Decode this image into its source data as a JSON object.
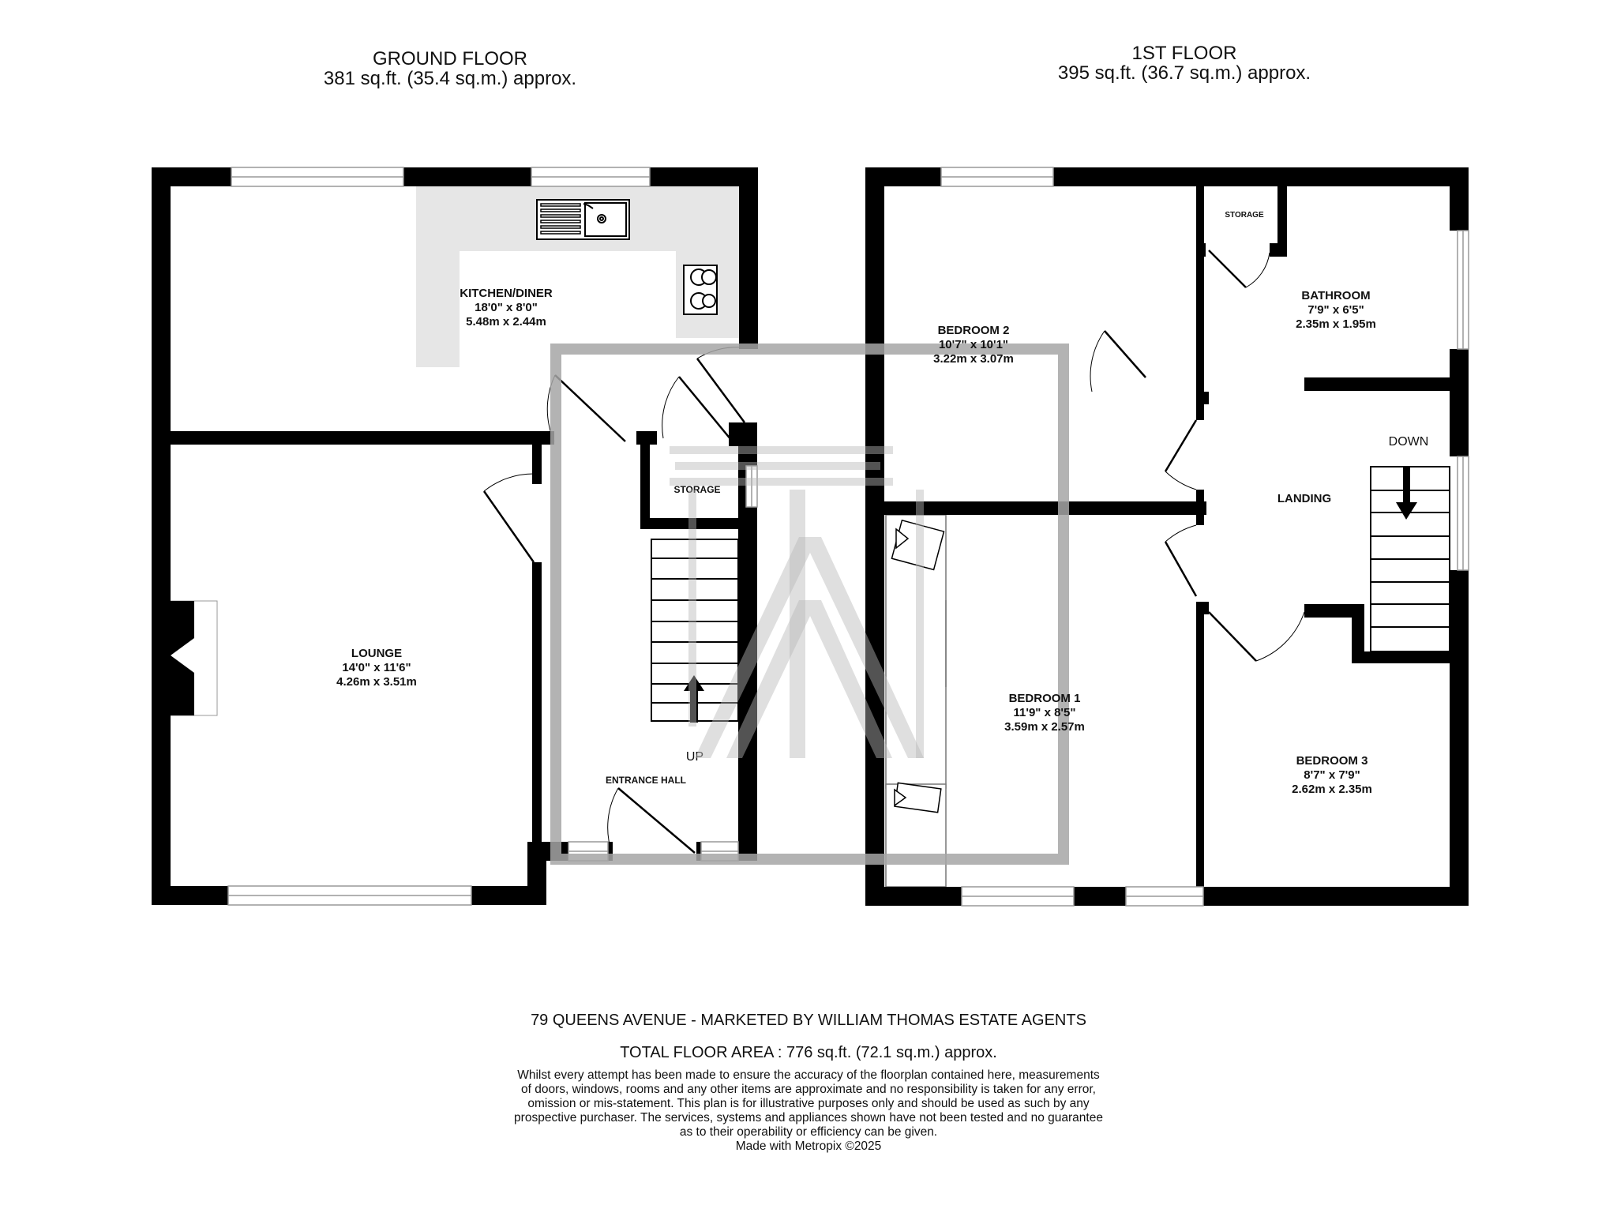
{
  "floors": {
    "ground": {
      "title": "GROUND FLOOR",
      "area": "381 sq.ft. (35.4 sq.m.) approx.",
      "rooms": [
        {
          "name": "KITCHEN/DINER",
          "imperial": "18'0\"  x 8'0\"",
          "metric": "5.48m  x 2.44m"
        },
        {
          "name": "LOUNGE",
          "imperial": "14'0\"  x 11'6\"",
          "metric": "4.26m  x 3.51m"
        },
        {
          "name": "STORAGE"
        },
        {
          "name": "ENTRANCE HALL"
        }
      ],
      "stairs_label": "UP"
    },
    "first": {
      "title": "1ST FLOOR",
      "area": "395 sq.ft. (36.7 sq.m.) approx.",
      "rooms": [
        {
          "name": "BEDROOM 2",
          "imperial": "10'7\"  x 10'1\"",
          "metric": "3.22m  x 3.07m"
        },
        {
          "name": "STORAGE"
        },
        {
          "name": "BATHROOM",
          "imperial": "7'9\"  x 6'5\"",
          "metric": "2.35m  x 1.95m"
        },
        {
          "name": "LANDING"
        },
        {
          "name": "BEDROOM 1",
          "imperial": "11'9\"  x 8'5\"",
          "metric": "3.59m  x 2.57m"
        },
        {
          "name": "BEDROOM 3",
          "imperial": "8'7\"  x 7'9\"",
          "metric": "2.62m  x 2.35m"
        }
      ],
      "stairs_label": "DOWN"
    }
  },
  "footer": {
    "property": "79 QUEENS AVENUE - MARKETED BY WILLIAM THOMAS ESTATE AGENTS",
    "total_area": "TOTAL FLOOR AREA : 776 sq.ft. (72.1 sq.m.) approx.",
    "disclaimer": [
      "Whilst every attempt has been made to ensure the accuracy of the floorplan contained here, measurements",
      "of doors, windows, rooms and any other items are approximate and no responsibility is taken for any error,",
      "omission or mis-statement. This plan is for illustrative purposes only and should be used as such by any",
      "prospective purchaser. The services, systems and appliances shown have not been tested and no guarantee",
      "as to their operability or efficiency can be given."
    ],
    "credit": "Made with Metropix ©2025"
  },
  "colors": {
    "wall": "#000000",
    "fitted_units": "#e6e6e6",
    "watermark": "#a6a6a6",
    "background": "#ffffff"
  }
}
